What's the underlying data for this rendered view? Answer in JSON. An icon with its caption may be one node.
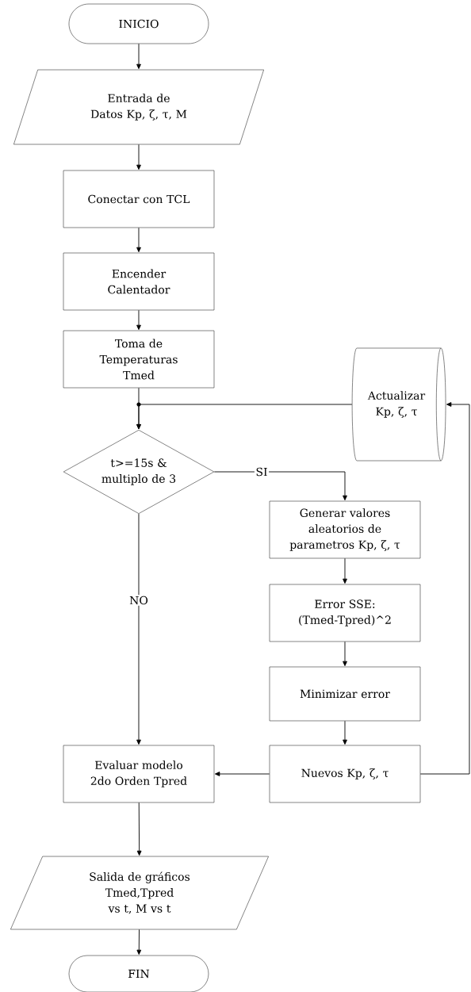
{
  "diagram": {
    "nodes": [
      {
        "text": [
          "INICIO"
        ]
      },
      {
        "text": [
          "Entrada de Datos Kp, ζ, τ, M"
        ]
      },
      {
        "text": [
          "Conectar con TCL"
        ]
      },
      {
        "text": [
          "Encender Calentador"
        ]
      },
      {
        "text": [
          "Toma de Temperaturas Tmed"
        ]
      },
      {
        "text": [
          "t>=15s & multiplo de 3"
        ]
      },
      {
        "text": [
          "Actualizar Kp, ζ, τ"
        ]
      },
      {
        "text": [
          "Generar valores aleatorios de parametros Kp, ζ, τ"
        ]
      },
      {
        "text": [
          "Error SSE: (Tmed-Tpred)^2"
        ]
      },
      {
        "text": [
          "Minimizar error"
        ]
      },
      {
        "text": [
          "Nuevos Kp, ζ, τ"
        ]
      },
      {
        "text": [
          "Evaluar modelo 2do Orden Tpred"
        ]
      },
      {
        "text": [
          "Salida de gráficos Tmed,Tpred vs t, M vs t"
        ]
      },
      {
        "text": [
          "FIN"
        ]
      }
    ],
    "edges": [
      {
        "from": 0,
        "to": 1,
        "arrow": "to"
      },
      {
        "from": 1,
        "to": 2,
        "arrow": "to"
      },
      {
        "from": 2,
        "to": 3,
        "arrow": "to"
      },
      {
        "from": 3,
        "to": 4,
        "arrow": "to"
      },
      {
        "from": 4,
        "to": 5,
        "arrow": "to"
      },
      {
        "from": 6,
        "to": 5,
        "arrow": "to"
      },
      {
        "from": 5,
        "to": 7,
        "arrow": "to",
        "label": "SI"
      },
      {
        "from": 5,
        "to": 11,
        "arrow": "to",
        "label": "NO"
      },
      {
        "from": 7,
        "to": 8,
        "arrow": "to"
      },
      {
        "from": 8,
        "to": 9,
        "arrow": "to"
      },
      {
        "from": 9,
        "to": 10,
        "arrow": "to"
      },
      {
        "from": 10,
        "to": 11,
        "arrow": "to"
      },
      {
        "from": 10,
        "to": 6,
        "arrow": "to"
      },
      {
        "from": 11,
        "to": 12,
        "arrow": "to"
      },
      {
        "from": 12,
        "to": 13,
        "arrow": "to"
      }
    ]
  }
}
